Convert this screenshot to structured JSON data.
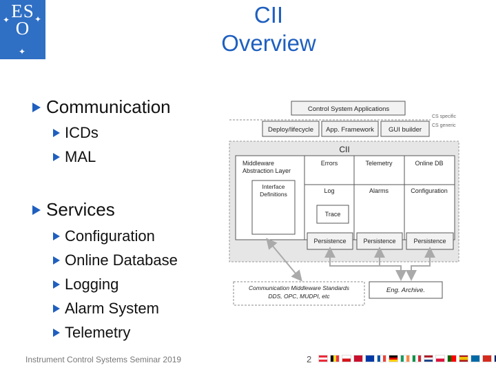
{
  "logo": {
    "text_line1": "ES",
    "text_line2": "O"
  },
  "title": {
    "line1": "CII",
    "line2": "Overview"
  },
  "bullets": {
    "communication": {
      "label": "Communication",
      "items": [
        "ICDs",
        "MAL"
      ]
    },
    "services": {
      "label": "Services",
      "items": [
        "Configuration",
        "Online Database",
        "Logging",
        "Alarm System",
        "Telemetry"
      ]
    }
  },
  "diagram": {
    "control_system_applications": "Control System Applications",
    "cs_specific": "CS specific",
    "cs_generic": "CS generic",
    "deploy_lifecycle": "Deploy/lifecycle",
    "app_framework": "App. Framework",
    "gui_builder": "GUI builder",
    "cii": "CII",
    "middleware_line1": "Middleware",
    "middleware_line2": "Abstraction Layer",
    "interface_line1": "Interface",
    "interface_line2": "Definitions",
    "errors": "Errors",
    "telemetry": "Telemetry",
    "online_db": "Online DB",
    "log": "Log",
    "alarms": "Alarms",
    "configuration": "Configuration",
    "trace": "Trace",
    "persistence": "Persistence",
    "comm_standards_line1": "Communication Middleware Standards",
    "comm_standards_line2": "DDS, OPC, MUDPI, etc",
    "eng_archive": "Eng. Archive."
  },
  "footer": {
    "seminar": "Instrument Control Systems Seminar 2019",
    "page": "2"
  },
  "colors": {
    "accent": "#1f5fbf",
    "logo_bg": "#2f6fc4",
    "cii_bg": "#e6e6e6"
  }
}
